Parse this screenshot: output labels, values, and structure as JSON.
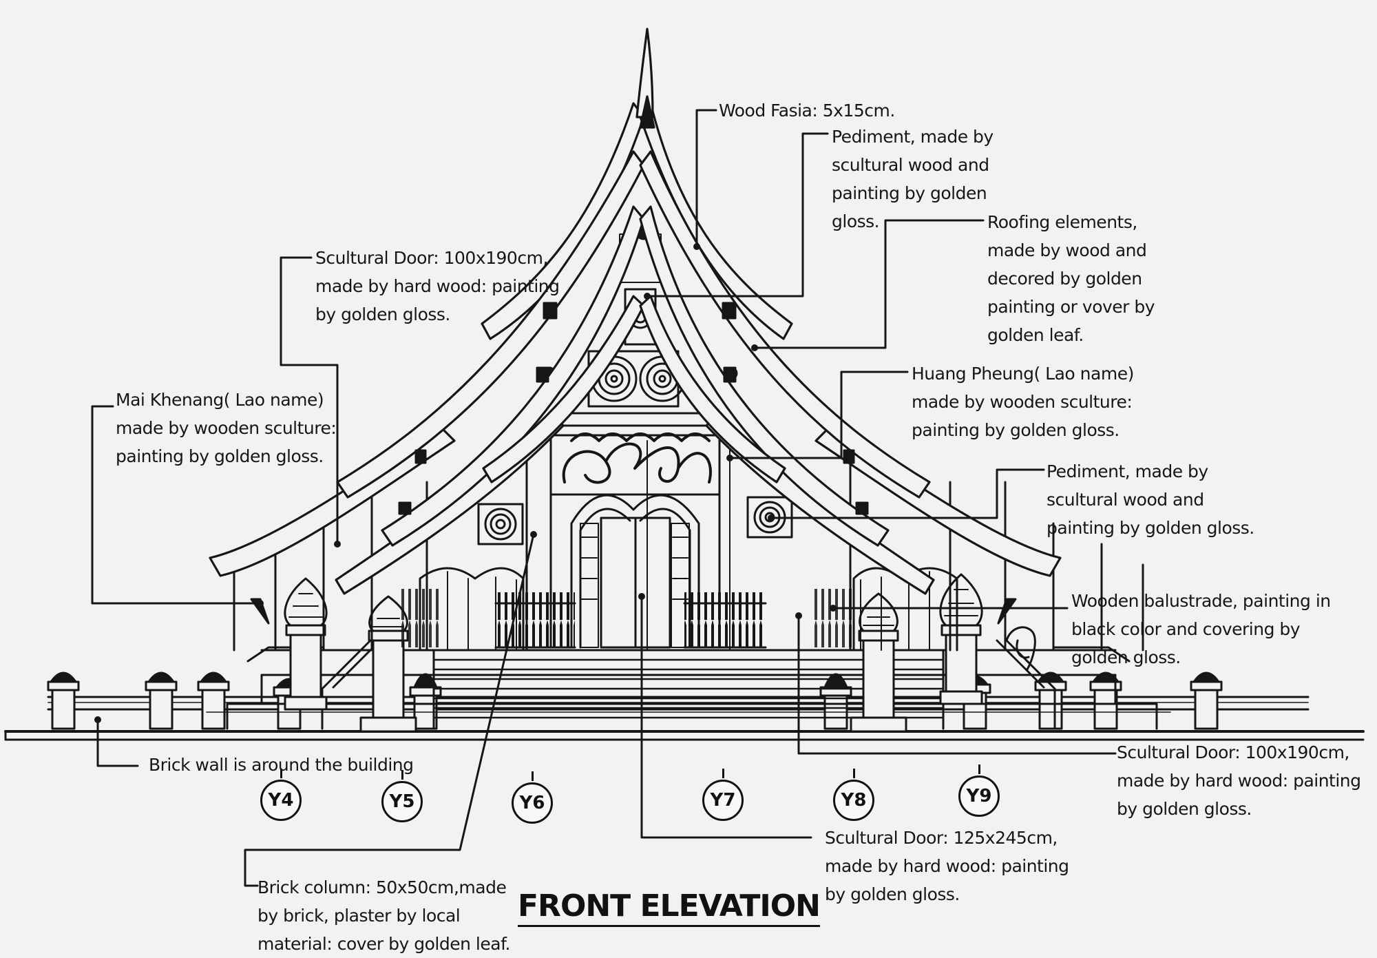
{
  "title": "FRONT ELEVATION",
  "colors": {
    "ink": "#161616",
    "paper": "#f1f3f3"
  },
  "grid_labels": [
    "Y4",
    "Y5",
    "Y6",
    "Y7",
    "Y8",
    "Y9"
  ],
  "annotations": {
    "wood_fascia": [
      "Wood Fasia: 5x15cm."
    ],
    "pediment_top": [
      "Pediment, made by",
      "scultural wood and",
      "painting by golden",
      "gloss."
    ],
    "roofing_elements": [
      "Roofing elements,",
      "made by wood and",
      "decored by golden",
      "painting or vover by",
      "golden leaf."
    ],
    "door_upper_left": [
      "Scultural Door: 100x190cm,",
      "made by hard wood:  painting",
      "by golden gloss."
    ],
    "mai_khenang": [
      "Mai Khenang( Lao name)",
      "made by wooden sculture:",
      "painting by golden gloss."
    ],
    "huang_pheung": [
      "Huang Pheung( Lao name)",
      "made by wooden sculture:",
      "painting by golden gloss."
    ],
    "pediment_mid": [
      "Pediment, made by",
      "scultural wood and",
      "painting by golden gloss."
    ],
    "balustrade": [
      "Wooden balustrade, painting in",
      "black color and covering by",
      "golden gloss."
    ],
    "brick_wall": [
      "Brick wall is around the building"
    ],
    "door_lower_right": [
      "Scultural Door: 100x190cm,",
      "made by hard wood:  painting",
      "by golden gloss."
    ],
    "main_door": [
      "Scultural Door: 125x245cm,",
      "made by hard wood:  painting",
      "by golden gloss."
    ],
    "brick_column": [
      "Brick column: 50x50cm,made",
      "by brick, plaster by local",
      "material: cover by golden leaf."
    ]
  }
}
